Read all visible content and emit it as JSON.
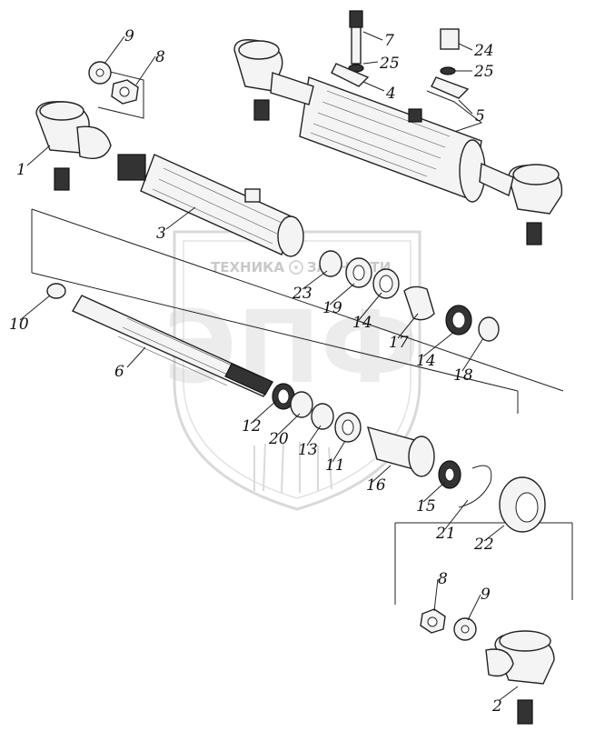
{
  "diagram": {
    "watermark": {
      "caption": "ТЕХНИКА",
      "caption_right": "ЗАПЧАСТИ",
      "logo": "ЭПФ"
    },
    "callouts": [
      {
        "id": "1",
        "text": "1"
      },
      {
        "id": "2",
        "text": "2"
      },
      {
        "id": "3",
        "text": "3"
      },
      {
        "id": "4",
        "text": "4"
      },
      {
        "id": "5",
        "text": "5"
      },
      {
        "id": "6",
        "text": "6"
      },
      {
        "id": "7",
        "text": "7"
      },
      {
        "id": "8a",
        "text": "8"
      },
      {
        "id": "8b",
        "text": "8"
      },
      {
        "id": "9a",
        "text": "9"
      },
      {
        "id": "9b",
        "text": "9"
      },
      {
        "id": "10",
        "text": "10"
      },
      {
        "id": "11",
        "text": "11"
      },
      {
        "id": "12",
        "text": "12"
      },
      {
        "id": "13",
        "text": "13"
      },
      {
        "id": "14a",
        "text": "14"
      },
      {
        "id": "14b",
        "text": "14"
      },
      {
        "id": "15",
        "text": "15"
      },
      {
        "id": "16",
        "text": "16"
      },
      {
        "id": "17",
        "text": "17"
      },
      {
        "id": "18",
        "text": "18"
      },
      {
        "id": "19",
        "text": "19"
      },
      {
        "id": "20",
        "text": "20"
      },
      {
        "id": "21",
        "text": "21"
      },
      {
        "id": "22",
        "text": "22"
      },
      {
        "id": "23",
        "text": "23"
      },
      {
        "id": "24",
        "text": "24"
      },
      {
        "id": "25a",
        "text": "25"
      },
      {
        "id": "25b",
        "text": "25"
      }
    ]
  }
}
